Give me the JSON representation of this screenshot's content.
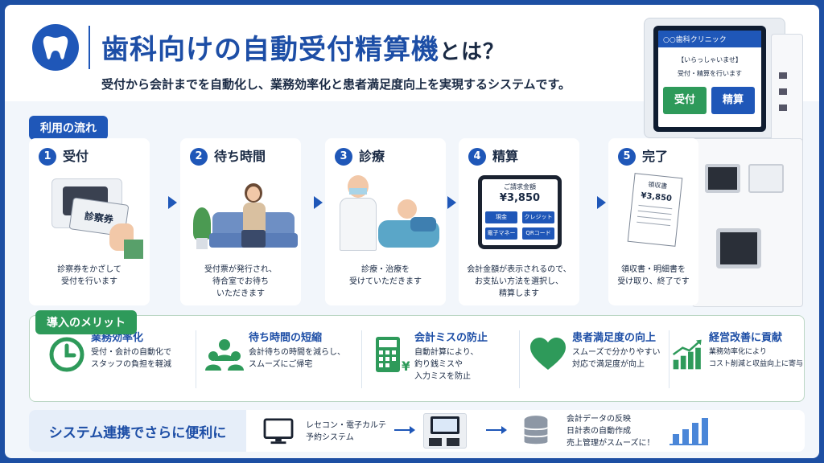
{
  "header": {
    "title_main": "歯科向けの自動受付精算機",
    "title_tail": "とは？",
    "subtitle": "受付から会計までを自動化し、業務効率化と患者満足度向上を実現するシステムです。"
  },
  "kiosk": {
    "clinic": "○○歯科クリニック",
    "greeting": "【いらっしゃいませ】",
    "prompt": "受付・精算を行います",
    "btn_reception": "受付",
    "btn_payment": "精算"
  },
  "flow": {
    "heading": "利用の流れ",
    "steps": [
      {
        "num": "1",
        "label": "受付",
        "desc": "診察券をかざして\n受付を行います",
        "card_text": "診察券"
      },
      {
        "num": "2",
        "label": "待ち時間",
        "desc": "受付票が発行され、\n待合室でお待ち\nいただきます"
      },
      {
        "num": "3",
        "label": "診療",
        "desc": "診療・治療を\n受けていただきます"
      },
      {
        "num": "4",
        "label": "精算",
        "desc": "会計金額が表示されるので、\nお支払い方法を選択し、\n精算します",
        "screen_title": "ご請求金額",
        "amount": "¥3,850",
        "pay_cash": "現金",
        "pay_credit": "クレジット",
        "pay_emoney": "電子マネー",
        "pay_qr": "QRコード"
      },
      {
        "num": "5",
        "label": "完了",
        "desc": "領収書・明細書を\n受け取り、終了です",
        "receipt_title": "領収書",
        "receipt_amount": "¥3,850"
      }
    ]
  },
  "merits": {
    "heading": "導入のメリット",
    "items": [
      {
        "title": "業務効率化",
        "desc": "受付・会計の自動化で\nスタッフの負担を軽減",
        "icon": "clock-icon"
      },
      {
        "title": "待ち時間の短縮",
        "desc": "会計待ちの時間を減らし、\nスムーズにご帰宅",
        "icon": "people-icon"
      },
      {
        "title": "会計ミスの防止",
        "desc": "自動計算により、\n釣り銭ミスや\n入力ミスを防止",
        "icon": "calculator-icon"
      },
      {
        "title": "患者満足度の向上",
        "desc": "スムーズで分かりやすい\n対応で満足度が向上",
        "icon": "heart-icon"
      },
      {
        "title": "経営改善に貢献",
        "desc": "業務効率化により\nコスト削減と収益向上に寄与",
        "icon": "growth-chart-icon"
      }
    ]
  },
  "system": {
    "heading": "システム連携でさらに便利に",
    "left_text": "レセコン・電子カルテ\n予約システム",
    "right_text": "会計データの反映\n日計表の自動作成\n売上管理がスムーズに！"
  },
  "colors": {
    "brand_blue": "#1f57b8",
    "merit_green": "#2e9a5a",
    "background_blue": "#1d4fa3"
  }
}
